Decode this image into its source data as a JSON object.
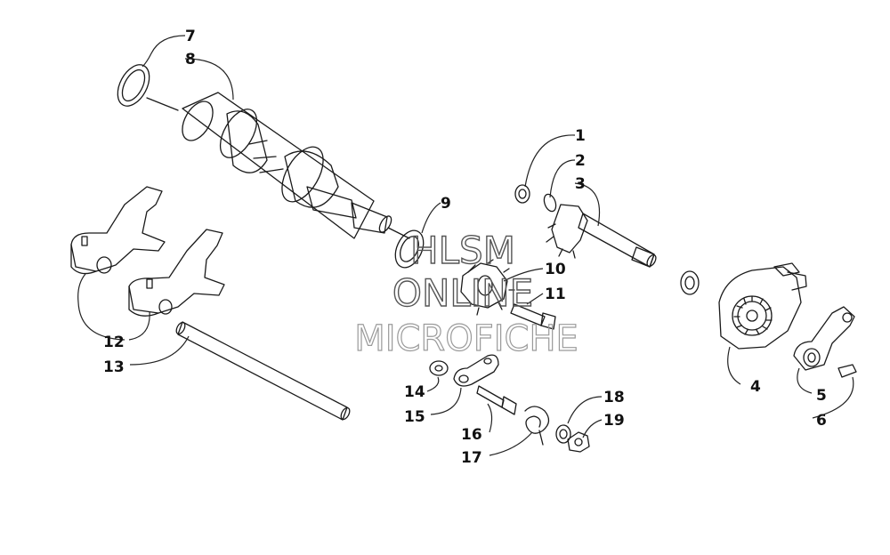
{
  "diagram": {
    "labels": [
      "1",
      "2",
      "3",
      "4",
      "5",
      "6",
      "7",
      "8",
      "9",
      "10",
      "11",
      "12",
      "13",
      "14",
      "15",
      "16",
      "17",
      "18",
      "19"
    ]
  },
  "watermark": {
    "line1": "HLSM",
    "line2": "ONLINE",
    "line3": "MICROFICHE"
  }
}
